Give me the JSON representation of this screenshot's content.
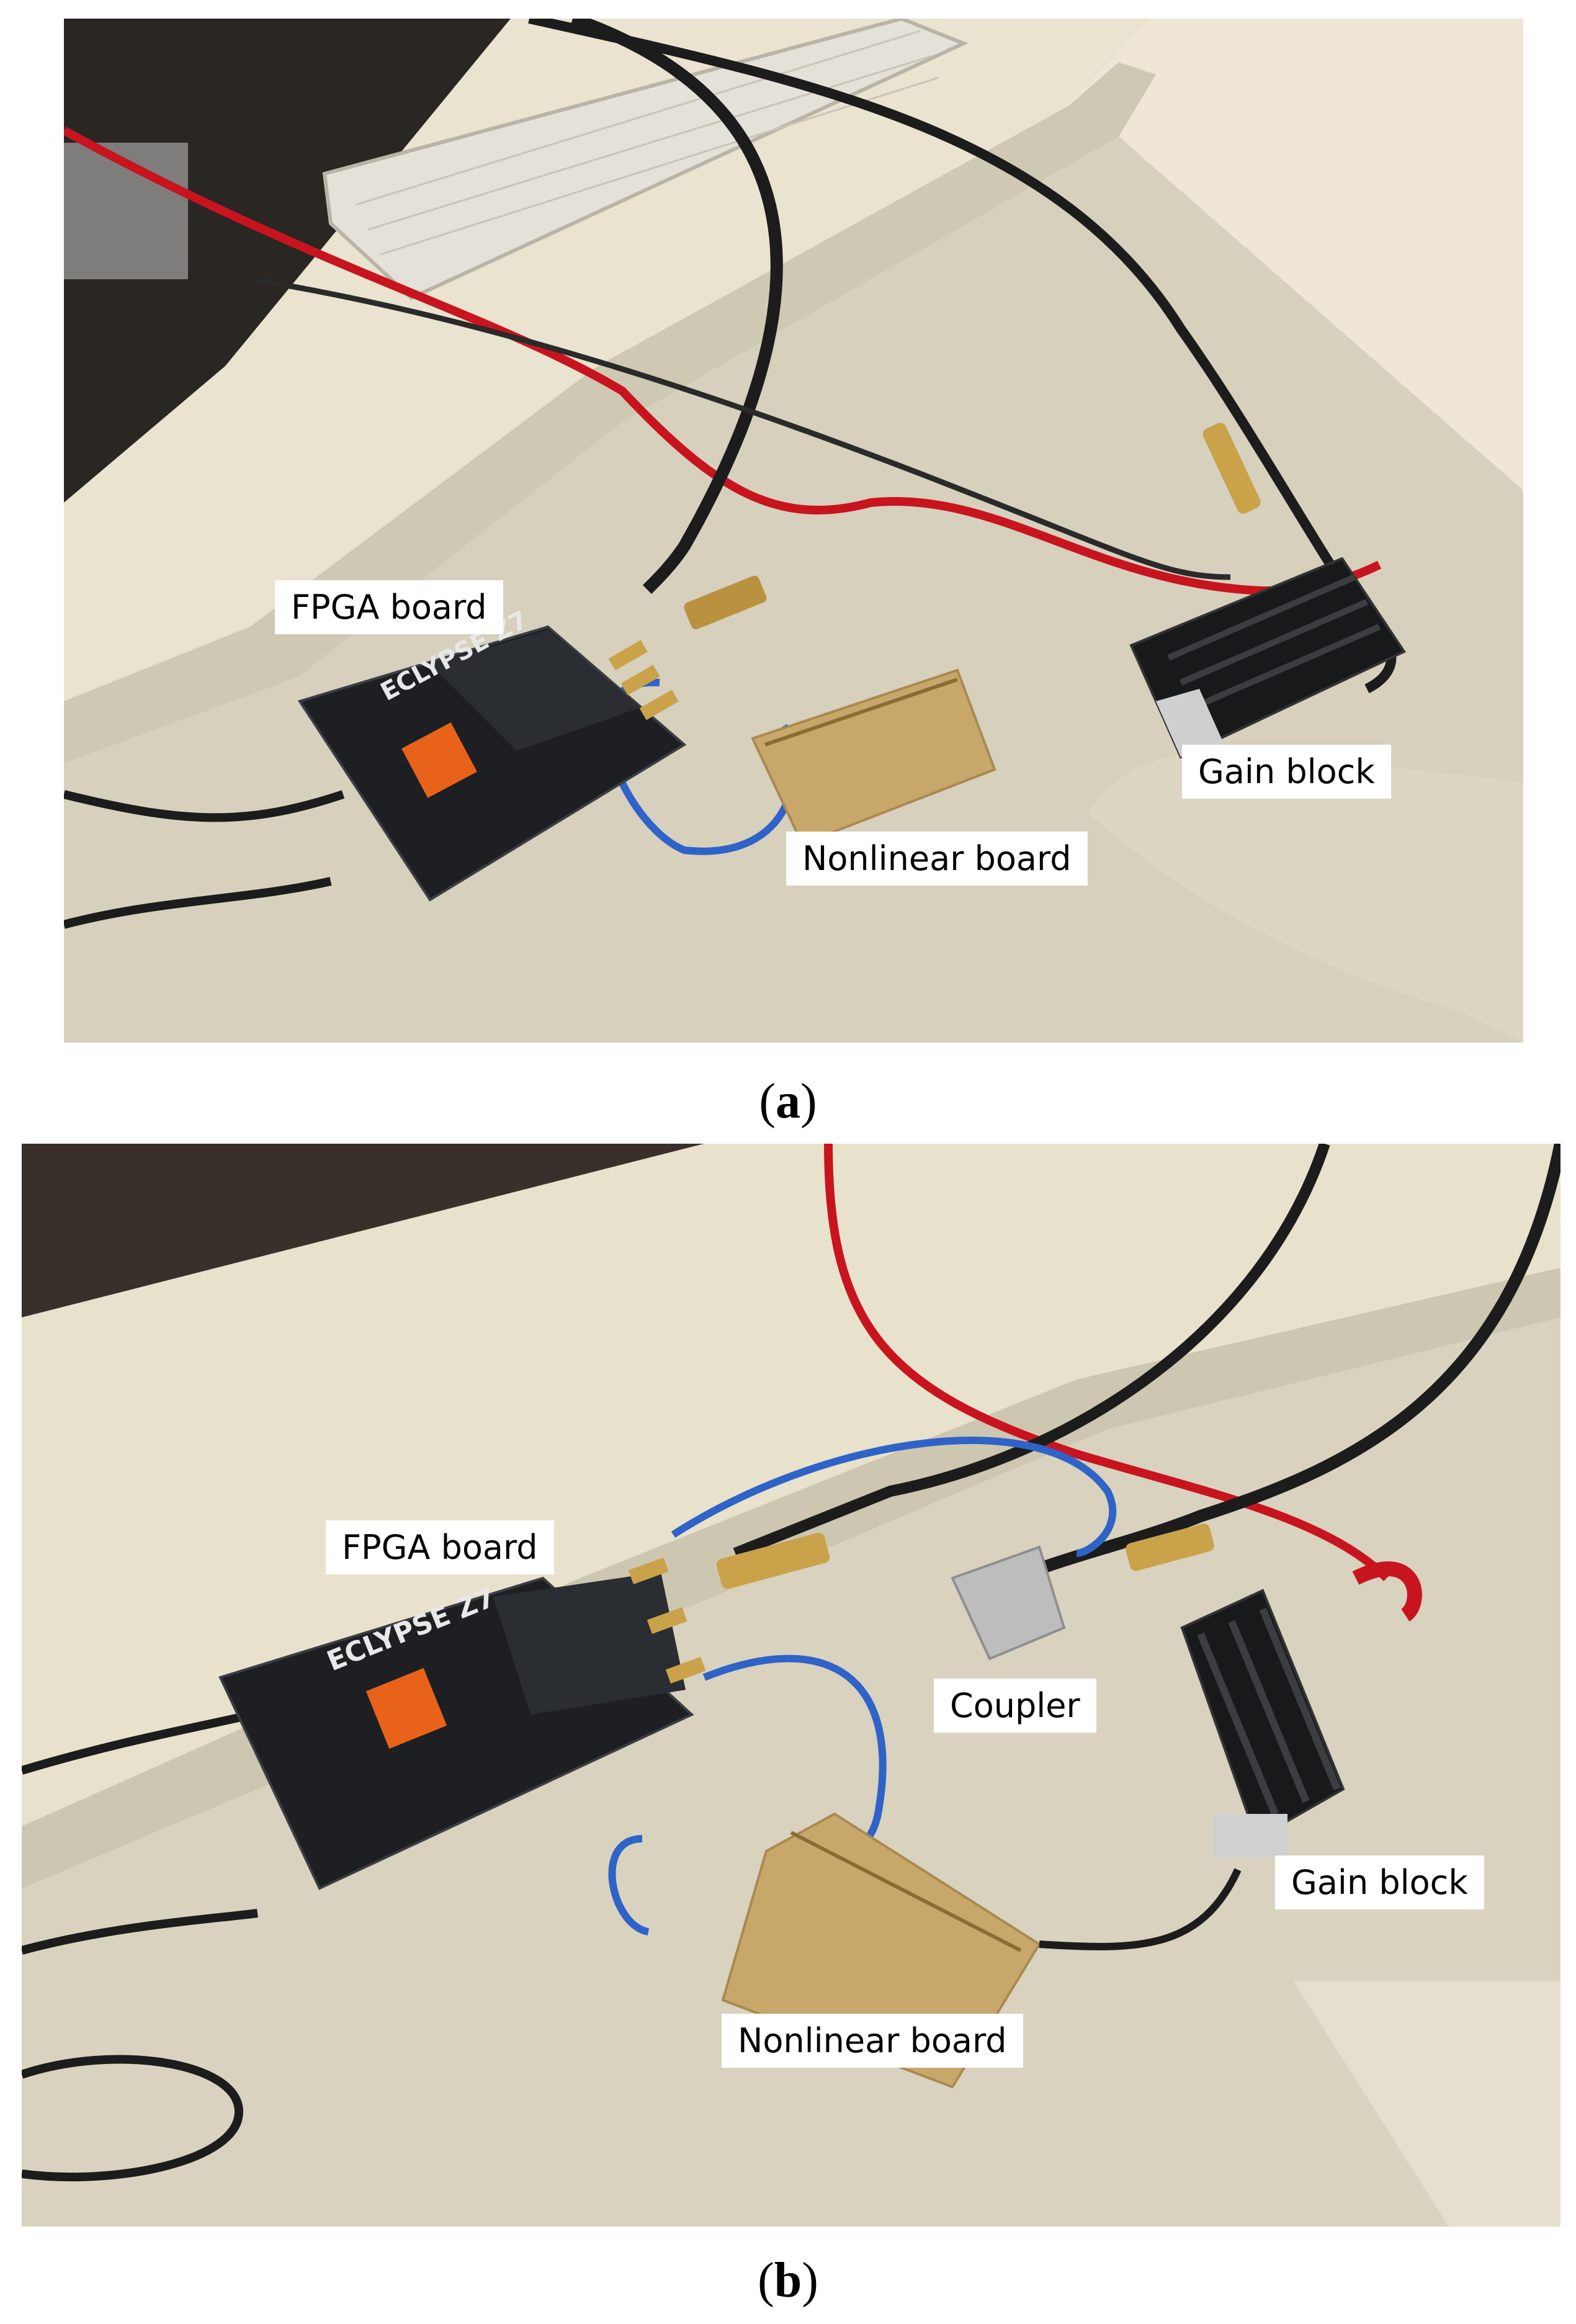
{
  "figure": {
    "panel_a": {
      "caption": "a",
      "labels": {
        "fpga": "FPGA board",
        "nonlinear": "Nonlinear board",
        "gain": "Gain block"
      }
    },
    "panel_b": {
      "caption": "b",
      "labels": {
        "fpga": "FPGA board",
        "coupler": "Coupler",
        "gain": "Gain block",
        "nonlinear": "Nonlinear board"
      }
    },
    "board_marking": "ECLYPSE Z7",
    "colors": {
      "desk": "#d9d4c3",
      "floor": "#ece4d4",
      "red_cable": "#c8141e",
      "blue_cable": "#2f63c8",
      "black_cable": "#1c1c1c",
      "pcb": "#c8a86a"
    }
  }
}
